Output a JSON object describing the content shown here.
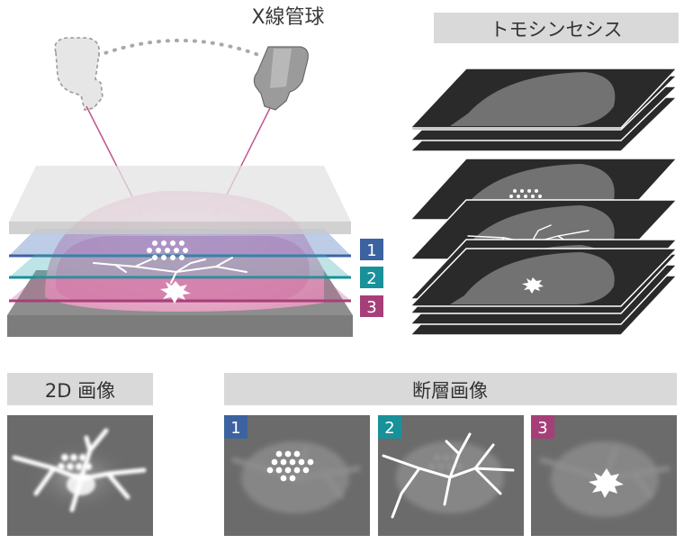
{
  "labels": {
    "xray_tube": "X線管球",
    "tomosynthesis": "トモシンセシス",
    "image_2d": "2D 画像",
    "tomographic_images": "断層画像"
  },
  "slices": [
    {
      "number": "1",
      "color": "#3c63a0"
    },
    {
      "number": "2",
      "color": "#19919a"
    },
    {
      "number": "3",
      "color": "#a63f78"
    }
  ],
  "colors": {
    "header_box": "#d9d9d9",
    "panel": "#6b6b6b",
    "breast_pink": "#e9a3c3",
    "arrow": "#c2528f"
  }
}
